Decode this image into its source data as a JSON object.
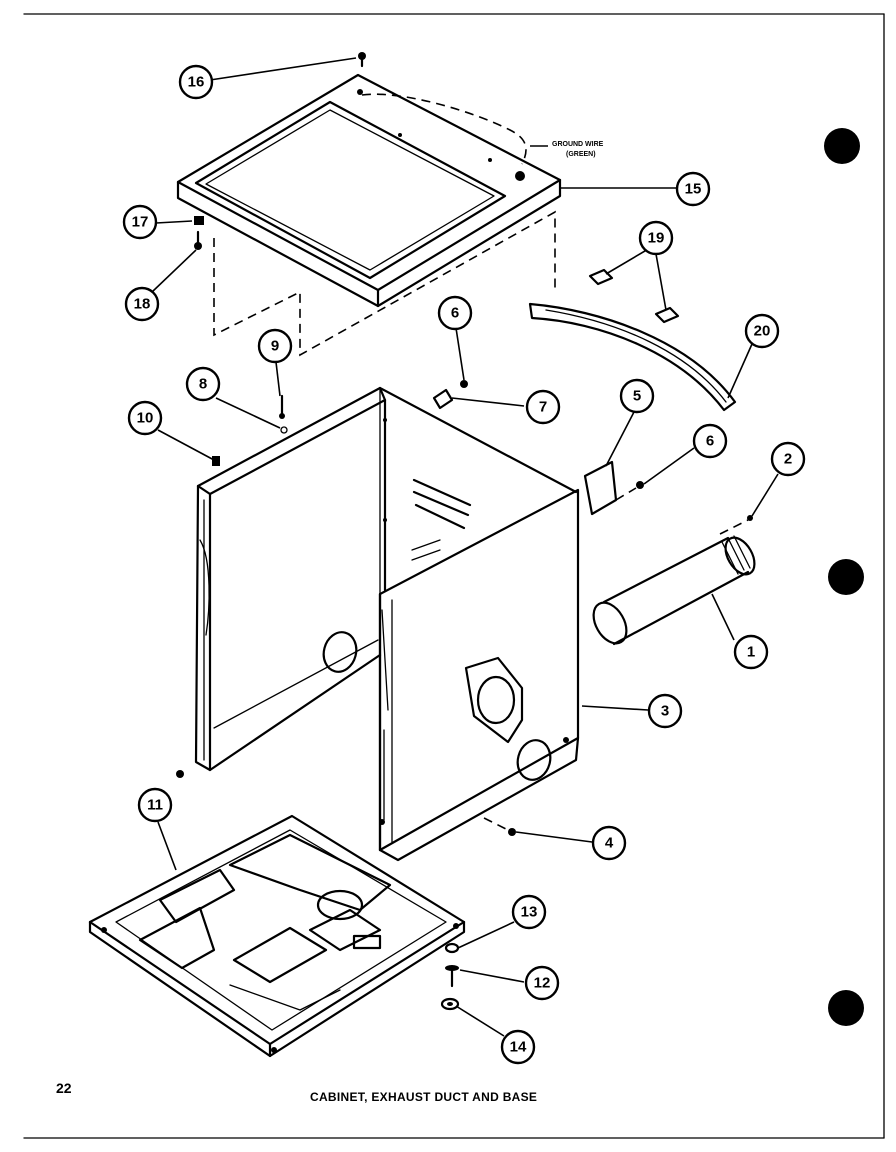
{
  "page_number": "22",
  "caption": "CABINET, EXHAUST DUCT AND BASE",
  "ground_wire_note": [
    "GROUND WIRE",
    "(GREEN)"
  ],
  "callouts": [
    "1",
    "2",
    "3",
    "4",
    "5",
    "6",
    "7",
    "8",
    "9",
    "10",
    "11",
    "12",
    "13",
    "14",
    "15",
    "16",
    "17",
    "18",
    "19",
    "20"
  ]
}
